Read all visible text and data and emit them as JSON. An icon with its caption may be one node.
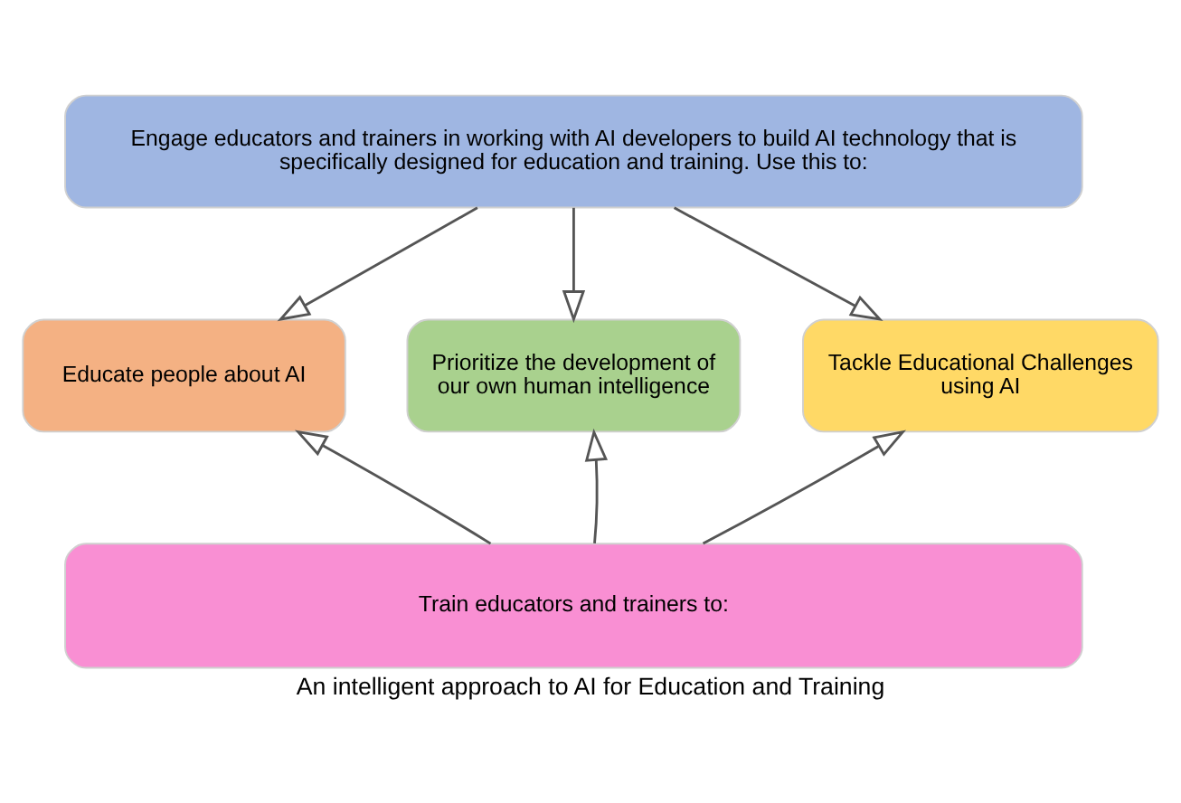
{
  "diagram": {
    "caption": "An intelligent approach to AI for Education and Training",
    "nodes": [
      {
        "text": [
          "Engage educators and trainers in working with AI developers to build AI technology that is specifically designed for education and training. Use this to:"
        ]
      },
      {
        "text": [
          "Educate people about AI"
        ]
      },
      {
        "text": [
          "Prioritize the development of our own human intelligence"
        ]
      },
      {
        "text": [
          "Tackle Educational Challenges using AI"
        ]
      },
      {
        "text": [
          "Train educators and trainers to:"
        ]
      }
    ],
    "edges": [
      {
        "from": 0,
        "to": 1,
        "arrow": "to"
      },
      {
        "from": 0,
        "to": 2,
        "arrow": "to"
      },
      {
        "from": 0,
        "to": 3,
        "arrow": "to"
      },
      {
        "from": 4,
        "to": 1,
        "arrow": "to"
      },
      {
        "from": 4,
        "to": 2,
        "arrow": "to"
      },
      {
        "from": 4,
        "to": 3,
        "arrow": "to"
      }
    ]
  }
}
